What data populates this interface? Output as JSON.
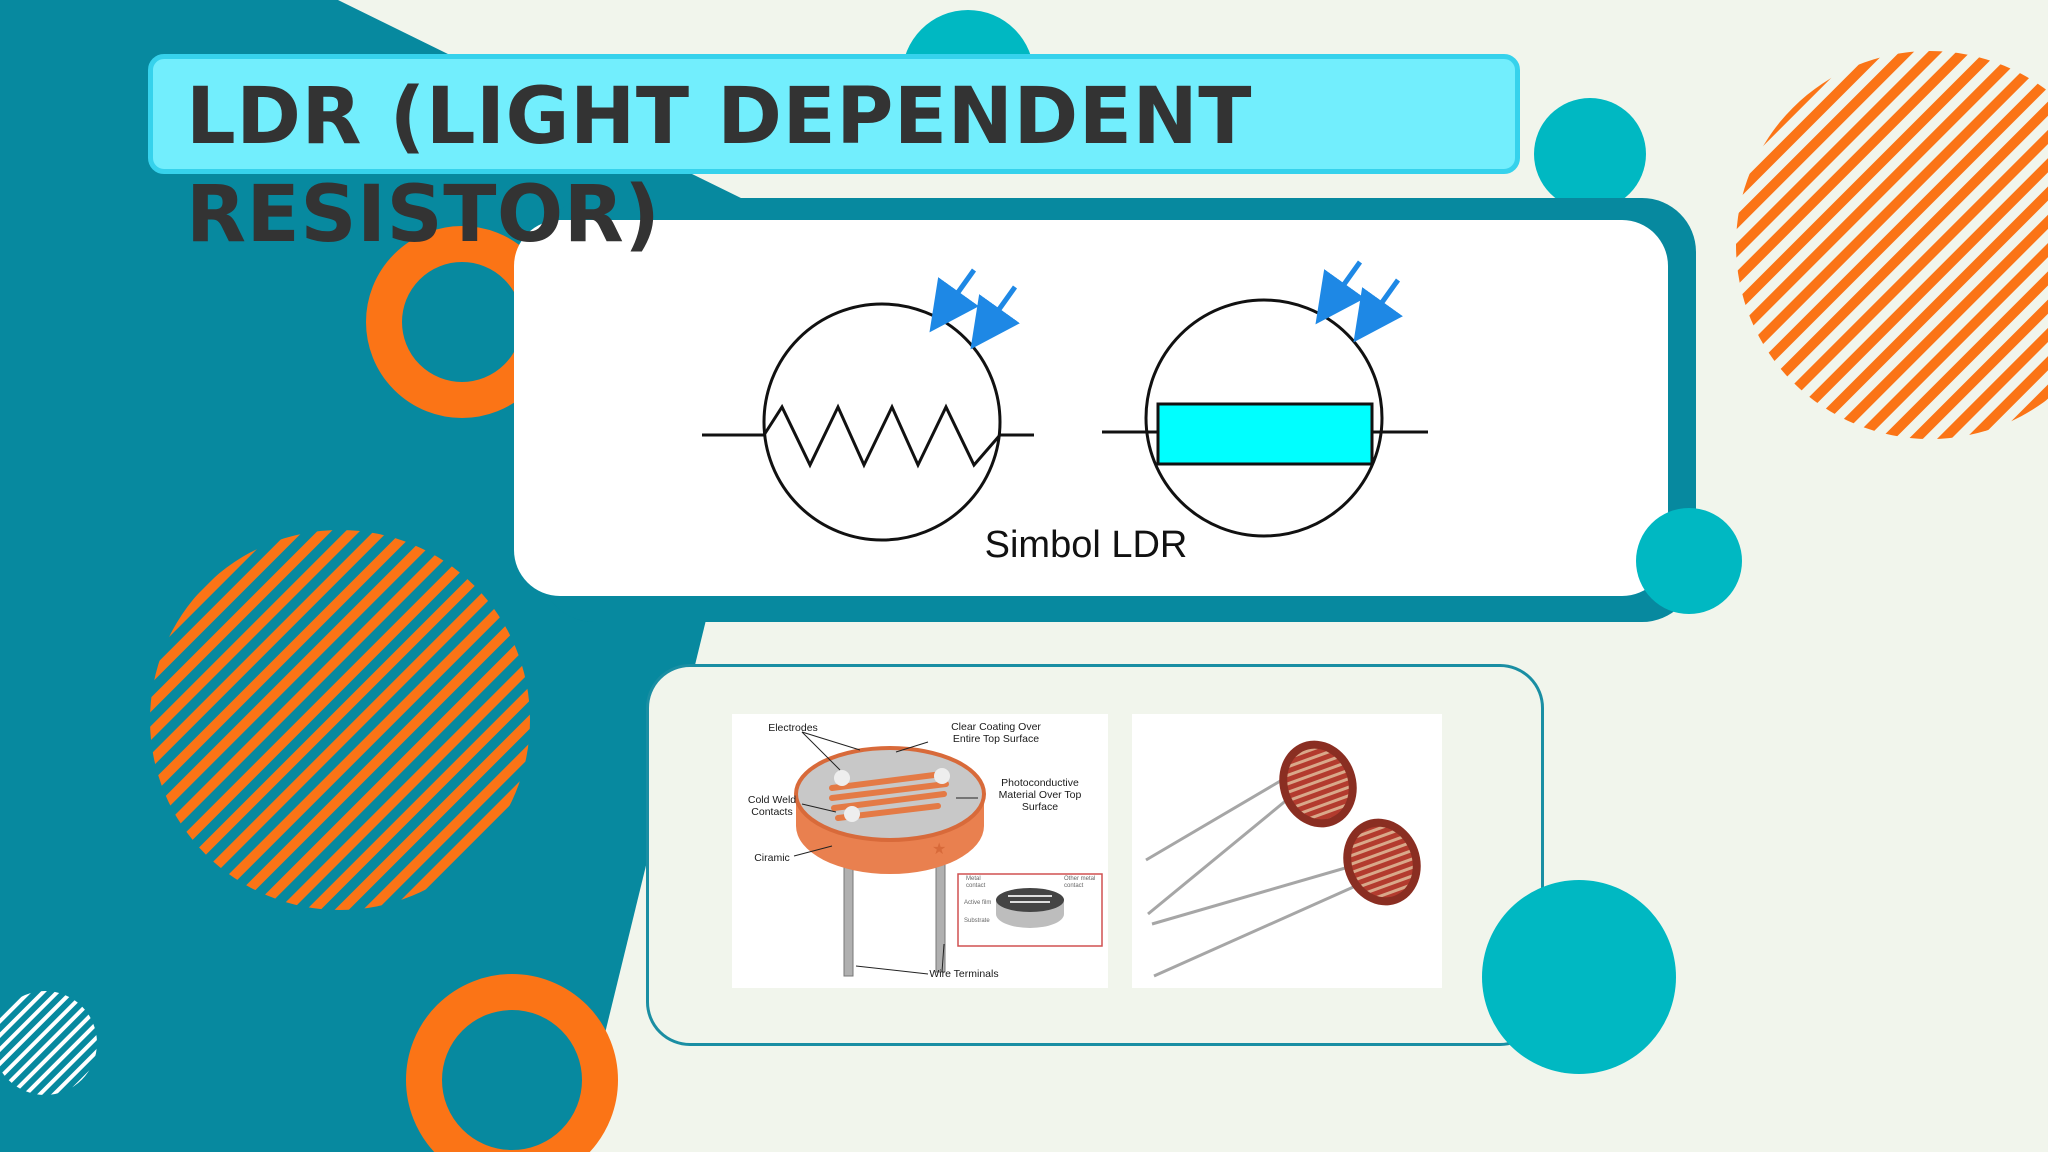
{
  "slide": {
    "title": "LDR (LIGHT DEPENDENT RESISTOR)"
  },
  "symbol_figure": {
    "caption": "Simbol LDR"
  },
  "construction_figure": {
    "labels": {
      "electrodes": "Electrodes",
      "clear_coating": "Clear Coating Over Entire Top Surface",
      "photoconductive": "Photoconductive Material Over Top Surface",
      "cold_weld": "Cold Weld Contacts",
      "ciramic": "Ciramic",
      "wire_terminals": "Wire Terminals"
    },
    "inset_labels": {
      "metal_contact": "Metal contact",
      "other_metal_contact": "Other metal contact",
      "active_film": "Active film",
      "substrate": "Substrate"
    }
  },
  "colors": {
    "teal_dark": "#07899f",
    "teal_light": "#00b8c2",
    "orange": "#fb7416",
    "banner": "#72eefd",
    "background": "#f1f5ec",
    "arrow_blue": "#1e88e5",
    "resistor_fill": "#00ffff"
  }
}
